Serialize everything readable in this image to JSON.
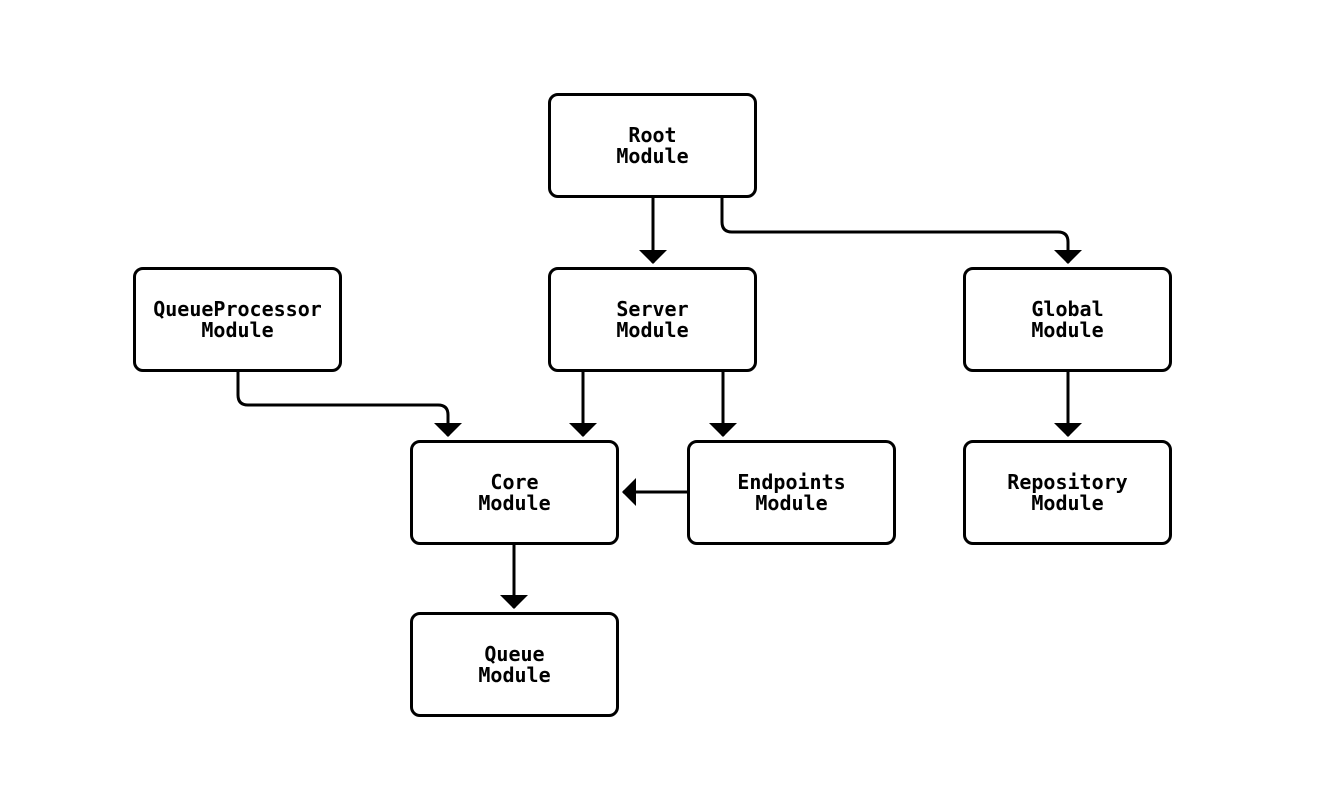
{
  "diagram": {
    "type": "module-dependency-flowchart",
    "colors": {
      "background": "#ffffff",
      "node_fill": "#ffffff",
      "node_border": "#000000",
      "edge": "#000000",
      "text": "#000000"
    },
    "nodes": [
      {
        "id": "root",
        "label": "Root\nModule"
      },
      {
        "id": "queueprocessor",
        "label": "QueueProcessor\nModule"
      },
      {
        "id": "server",
        "label": "Server\nModule"
      },
      {
        "id": "global",
        "label": "Global\nModule"
      },
      {
        "id": "core",
        "label": "Core\nModule"
      },
      {
        "id": "endpoints",
        "label": "Endpoints\nModule"
      },
      {
        "id": "repository",
        "label": "Repository\nModule"
      },
      {
        "id": "queue",
        "label": "Queue\nModule"
      }
    ],
    "edges": [
      {
        "from": "root",
        "to": "server"
      },
      {
        "from": "root",
        "to": "global"
      },
      {
        "from": "queueprocessor",
        "to": "core"
      },
      {
        "from": "server",
        "to": "core"
      },
      {
        "from": "server",
        "to": "endpoints"
      },
      {
        "from": "endpoints",
        "to": "core"
      },
      {
        "from": "global",
        "to": "repository"
      },
      {
        "from": "core",
        "to": "queue"
      }
    ]
  }
}
